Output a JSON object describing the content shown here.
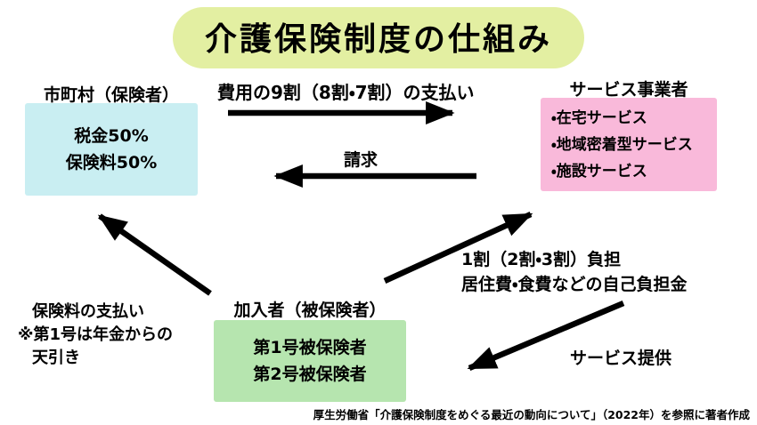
{
  "title": "介護保険制度の仕組み",
  "nodes": {
    "municipality": {
      "label": "市町村（保険者）",
      "lines": [
        "税金50%",
        "保険料50%"
      ]
    },
    "provider": {
      "label": "サービス事業者",
      "items": [
        "・在宅サービス",
        "・地域密着型サービス",
        "・施設サービス"
      ]
    },
    "insured": {
      "label": "加入者（被保険者）",
      "lines": [
        "第1号被保険者",
        "第2号被保険者"
      ]
    }
  },
  "flows": {
    "payment_to_provider": "費用の9割（8割・7割）の支払い",
    "billing": "請求",
    "copayment_line1": "1割（2割・3割）負担",
    "copayment_line2": "居住費・食費などの自己負担金",
    "service_provision": "サービス提供",
    "premium_line1": "保険料の支払い",
    "premium_line2": "※第1号は年金からの",
    "premium_line3": "天引き"
  },
  "source": "厚生労働省「介護保険制度をめぐる最近の動向について」（2022年）を参照に著者作成",
  "colors": {
    "title_bg": "#e3efa2",
    "municipality_bg": "#c9eef2",
    "provider_bg": "#f9b9da",
    "insured_bg": "#b6e5af",
    "arrow": "#000000"
  }
}
